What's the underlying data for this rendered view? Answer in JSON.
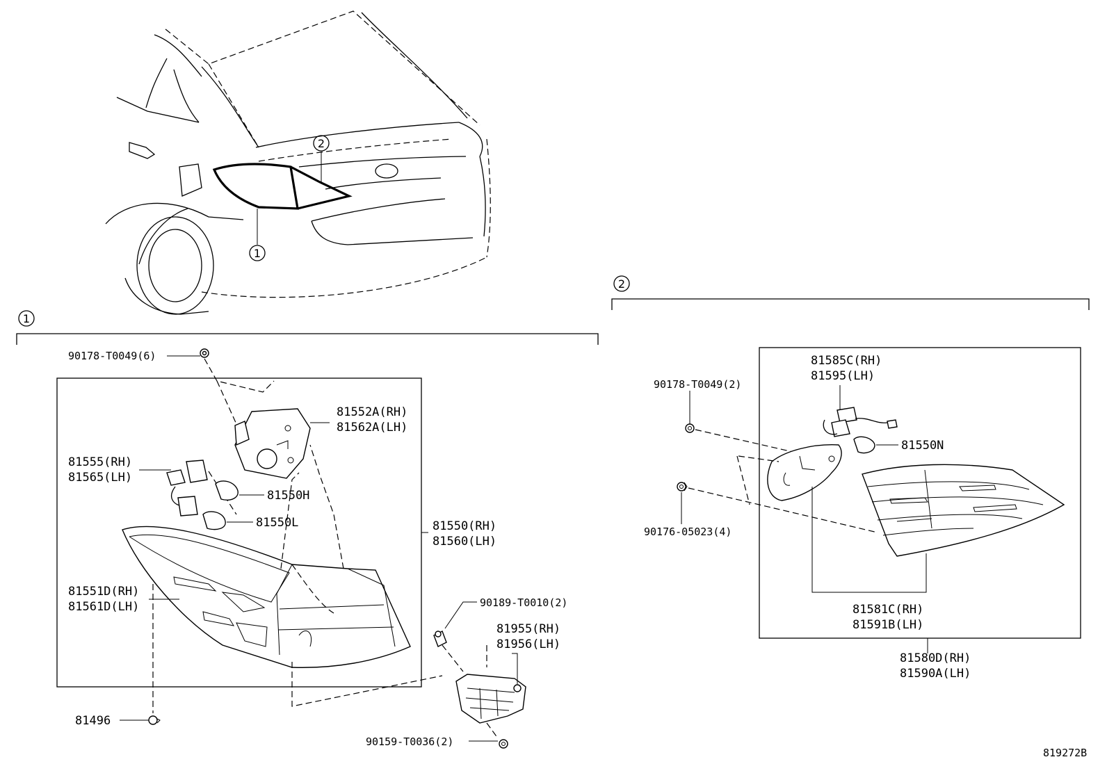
{
  "figure_code": "819272B",
  "callouts": {
    "one": "1",
    "two": "2"
  },
  "section1": {
    "parts": {
      "screw_top": "90178-T0049(6)",
      "gasket_rh": "81552A(RH)",
      "gasket_lh": "81562A(LH)",
      "socket_rh": "81555(RH)",
      "socket_lh": "81565(LH)",
      "bulb_h": "81550H",
      "bulb_l": "81550L",
      "assy_rh": "81550(RH)",
      "assy_lh": "81560(LH)",
      "lens_rh": "81551D(RH)",
      "lens_lh": "81561D(LH)",
      "clip_bottom": "81496",
      "screw_mid": "90189-T0010(2)",
      "bracket_rh": "81955(RH)",
      "bracket_lh": "81956(LH)",
      "screw_bottom": "90159-T0036(2)"
    }
  },
  "section2": {
    "parts": {
      "socket_rh": "81585C(RH)",
      "socket_lh": "81595(LH)",
      "screw_top": "90178-T0049(2)",
      "bulb": "81550N",
      "nut": "90176-05023(4)",
      "lens_rh": "81581C(RH)",
      "lens_lh": "81591B(LH)",
      "assy_rh": "81580D(RH)",
      "assy_lh": "81590A(LH)"
    }
  }
}
